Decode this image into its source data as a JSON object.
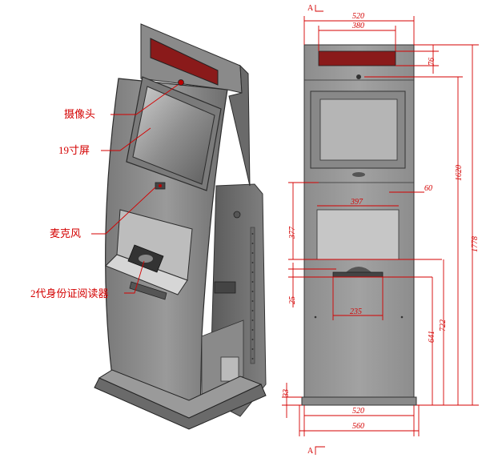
{
  "callouts": {
    "camera": "摄像头",
    "screen": "19寸屏",
    "microphone": "麦克风",
    "id_reader": "2代身份证阅读器"
  },
  "dimensions": {
    "top_width": "520",
    "led_width": "380",
    "led_height": "76",
    "total_height": "1778",
    "upper_height": "1620",
    "side_gap": "60",
    "window_width": "397",
    "window_height": "377",
    "slot_height": "25",
    "lower_width": "235",
    "lower_height": "722",
    "mid_height": "641",
    "base_height": "33",
    "base_inner_width": "520",
    "base_outer_width": "560"
  },
  "section": {
    "top": "A",
    "bottom": "A"
  },
  "colors": {
    "annotation": "#d40000",
    "body": "#8c8c8c",
    "led": "#8a1a1a"
  }
}
